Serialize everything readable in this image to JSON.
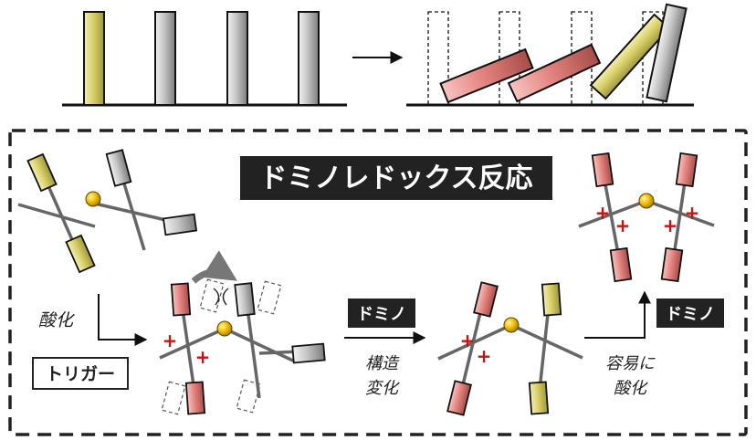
{
  "title": "ドミノレドックス反応",
  "labels": {
    "oxidation": "酸化",
    "trigger": "トリガー",
    "domino_1": "ドミノ",
    "domino_2": "ドミノ",
    "structure_change_1": "構造",
    "structure_change_2": "変化",
    "easy_ox_1": "容易に",
    "easy_ox_2": "酸化",
    "plus": "+"
  },
  "colors": {
    "yellow": "#e6e08a",
    "gray": "#c8c8c8",
    "red": "#e88a86",
    "dark": "#222222",
    "plus": "#cc1111",
    "gold": "#e3b000"
  },
  "icons": {
    "arrow": "right-arrow-icon",
    "curved_arrow": "curved-arrow-icon",
    "rotation": "rotation-icon"
  }
}
